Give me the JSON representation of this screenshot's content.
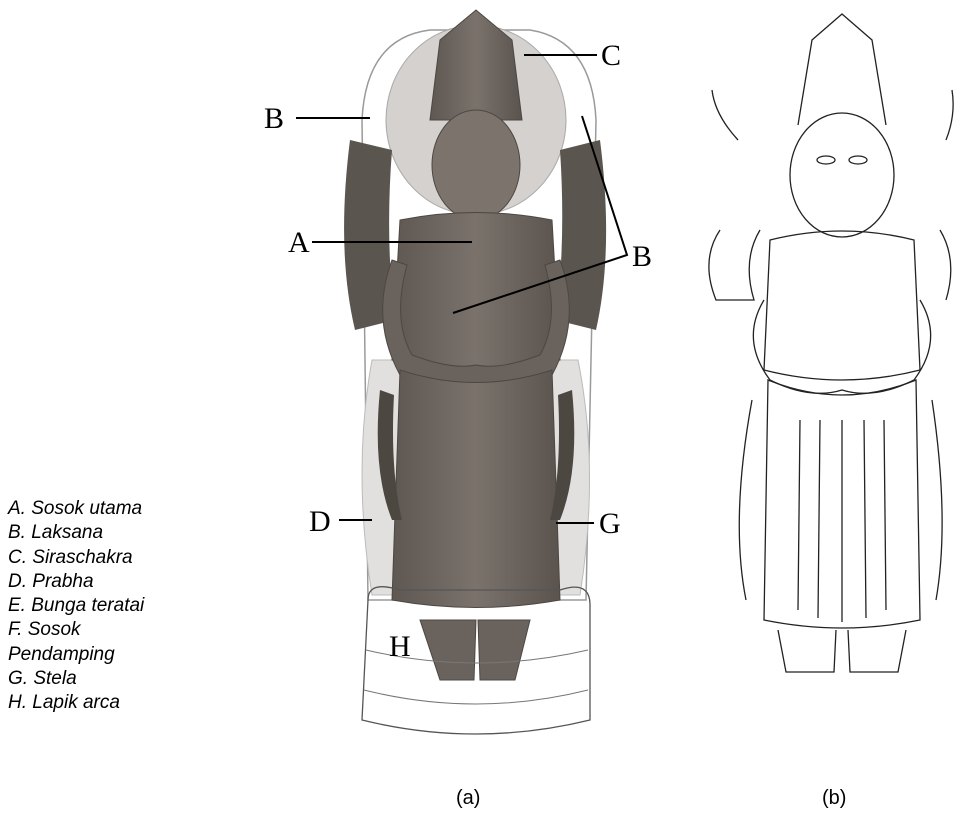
{
  "legend": [
    "A. Sosok utama",
    "B. Laksana",
    "C. Siraschakra",
    "D. Prabha",
    "E. Bunga teratai",
    "F. Sosok",
    "Pendamping",
    "G. Stela",
    "H. Lapik arca"
  ],
  "callouts": {
    "a": "A",
    "b_left": "B",
    "b_right": "B",
    "c": "C",
    "d": "D",
    "g": "G",
    "h": "H"
  },
  "captions": {
    "a": "(a)",
    "b": "(b)"
  },
  "colors": {
    "stone": "#6f6862",
    "stone_dark": "#4d4742",
    "halo": "#d9d6d3",
    "outline": "#555555"
  }
}
